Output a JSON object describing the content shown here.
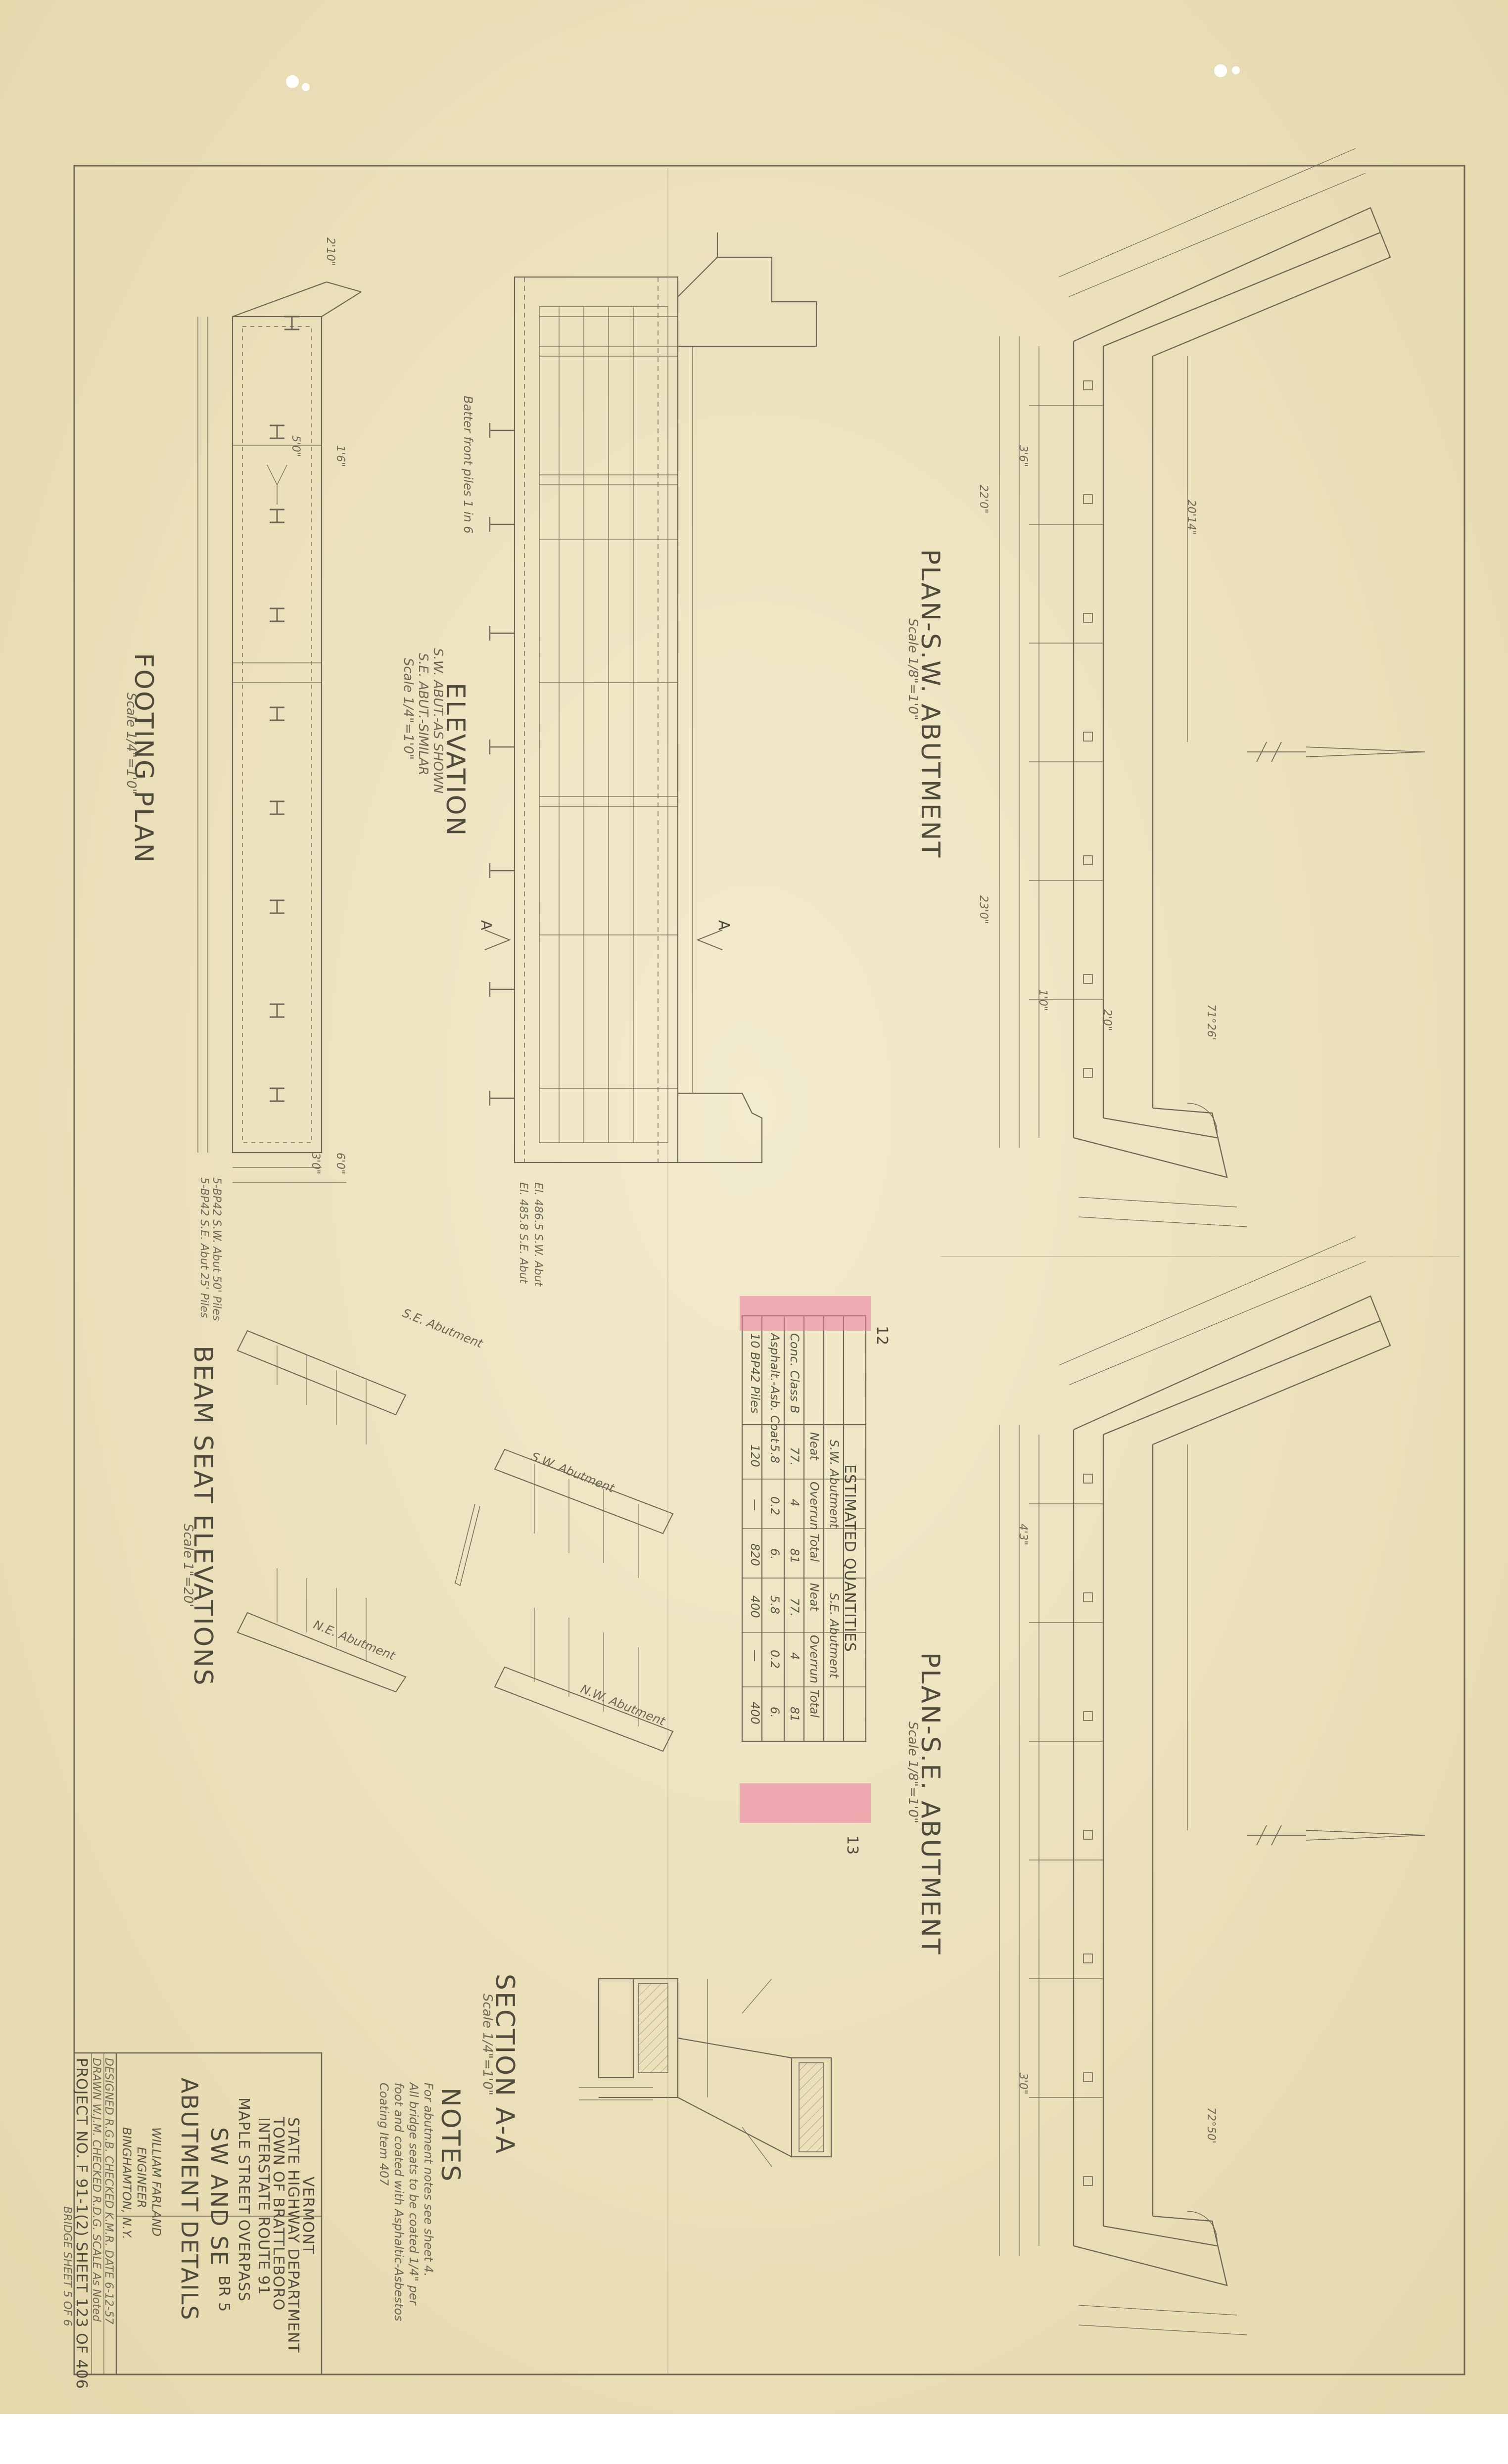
{
  "drawing": {
    "views": {
      "footing_plan": {
        "title": "FOOTING PLAN",
        "scale": "Scale 1/4\"=1'0\""
      },
      "elevation": {
        "title": "ELEVATION",
        "sub1": "S.W. ABUT.-AS SHOWN",
        "sub2": "S.E. ABUT.-SIMILAR",
        "scale": "Scale 1/4\"=1'0\"",
        "note": "Batter front piles 1 in 6"
      },
      "plan_sw": {
        "title": "PLAN-S.W. ABUTMENT",
        "scale": "Scale 1/8\"=1'0\""
      },
      "plan_se": {
        "title": "PLAN-S.E. ABUTMENT",
        "scale": "Scale 1/8\"=1'0\""
      },
      "beam_seat": {
        "title": "BEAM SEAT ELEVATIONS",
        "scale": "Scale 1\"=20'",
        "se": "S.E. Abutment",
        "ne": "N.E. Abutment",
        "sw": "S.W. Abutment",
        "nw": "N.W. Abutment"
      },
      "section_aa": {
        "title": "SECTION A-A",
        "scale": "Scale 1/4\"=1'0\""
      },
      "notes": {
        "title": "NOTES",
        "line1": "For abutment notes see sheet 4.",
        "line2": "All bridge seats to be coated 1/4\" per",
        "line3": "foot and coated with Asphaltic-Asbestos",
        "line4": "Coating Item 407"
      }
    },
    "quantities": {
      "title": "ESTIMATED QUANTITIES",
      "groups": [
        "S.W. Abutment",
        "S.E. Abutment"
      ],
      "cols": [
        "Neat",
        "Overrun",
        "Total",
        "Neat",
        "Overrun",
        "Total"
      ],
      "rows": [
        {
          "item": "Conc. Class B",
          "vals": [
            "77.",
            "4",
            "81",
            "77.",
            "4",
            "81"
          ]
        },
        {
          "item": "Asphalt.-Asb. Coat",
          "vals": [
            "5.8",
            "0.2",
            "6.",
            "5.8",
            "0.2",
            "6."
          ]
        },
        {
          "item": "10 BP42 Piles",
          "vals": [
            "120",
            "—",
            "820",
            "400",
            "—",
            "400"
          ]
        }
      ],
      "mark_top": "12",
      "mark_bottom": "13"
    },
    "title_block": {
      "state": "VERMONT",
      "dept": "STATE HIGHWAY DEPARTMENT",
      "town": "TOWN OF BRATTLEBORO",
      "route": "INTERSTATE ROUTE 91",
      "structure": "MAPLE STREET OVERPASS",
      "abut": "SW AND SE",
      "bridge": "BR 5",
      "desc": "ABUTMENT DETAILS",
      "engineer": "WILLIAM FARLAND",
      "engineer_role": "ENGINEER",
      "engineer_city": "BINGHAMTON, N.Y.",
      "designed": "DESIGNED  R.G.B.  CHECKED  K.M.R.  DATE  6-12-57",
      "drawn": "DRAWN  W.J.M.  CHECKED  R.D.G.  SCALE  As Noted",
      "project": "PROJECT NO. F 91-1(2)  SHEET 123 OF 406",
      "sheet": "BRIDGE SHEET 5 OF 6"
    },
    "dims": {
      "d1": "2'10\"",
      "d2": "5'0\"",
      "d3": "1'6\"",
      "d4": "6'0\"",
      "d5": "3'0\"",
      "d6": "22'0\"",
      "d7": "23'0\"",
      "d8": "3'6\"",
      "d9": "20'14\"",
      "d10": "71°26'",
      "d11": "72°50'",
      "d12": "1'0\"",
      "d13": "2'0\"",
      "d14": "4'3\"",
      "d15": "3'0\"",
      "e1": "El. 486.5 S.W. Abut",
      "e2": "El. 485.8 S.E. Abut",
      "p1": "5-BP42 S.W. Abut 50' Piles",
      "p2": "5-BP42 S.E. Abut 25' Piles",
      "sa": "A",
      "sb": "A"
    }
  },
  "colors": {
    "paper": "#efe5c4",
    "ink": "#6b6654",
    "pink": "#ec78a0"
  }
}
